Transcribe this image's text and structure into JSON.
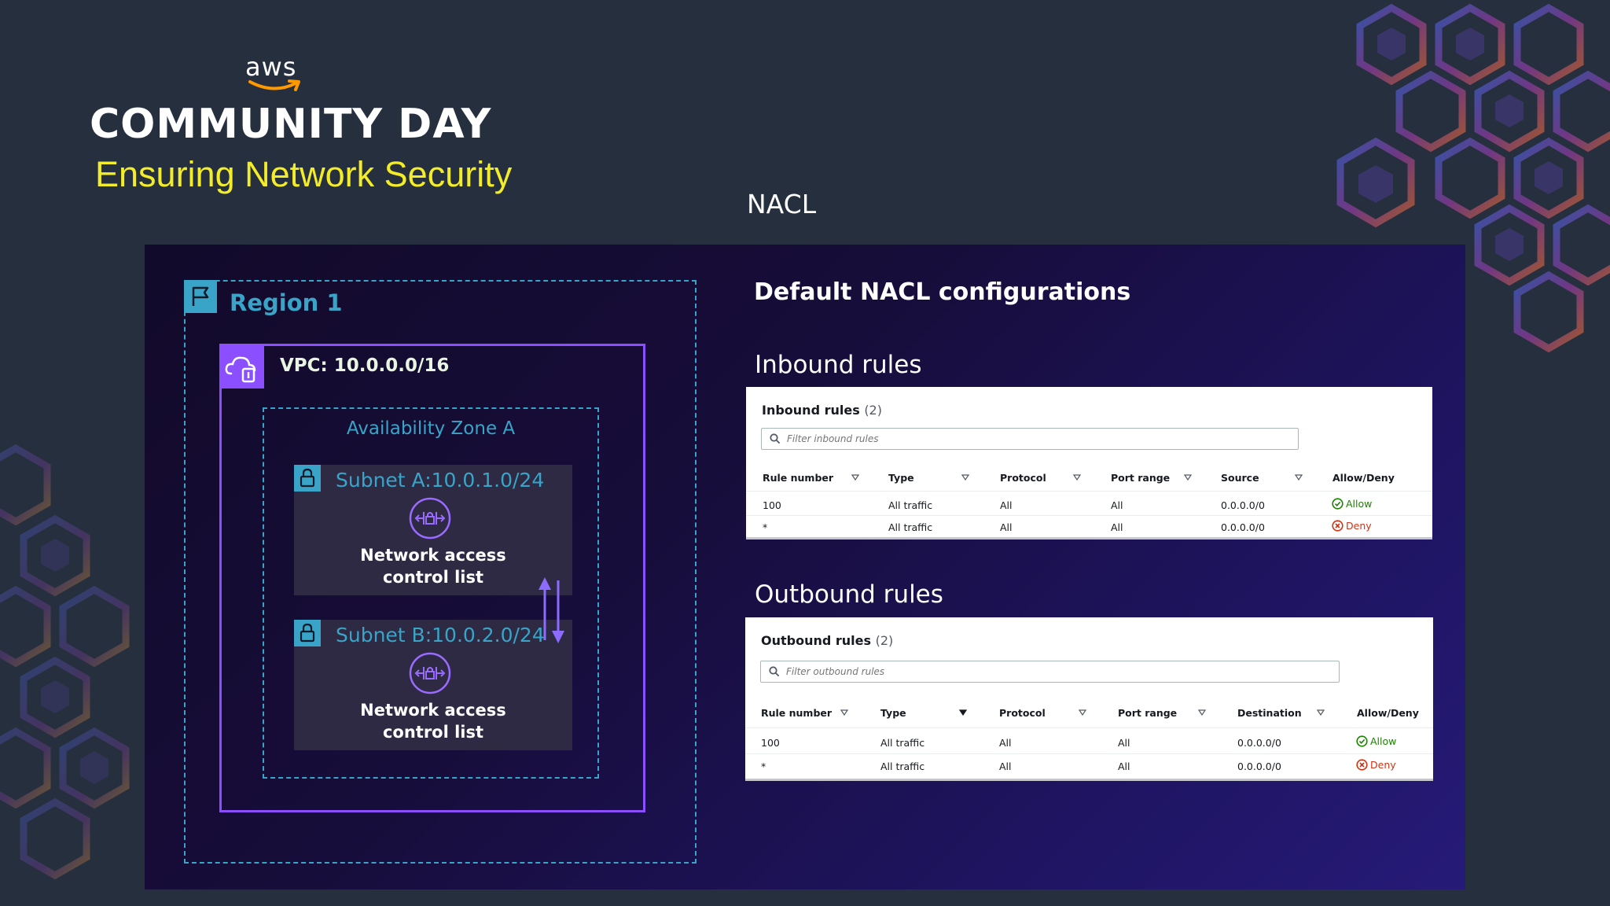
{
  "header": {
    "logo_text": "aws",
    "title": "COMMUNITY DAY",
    "subtitle": "Ensuring Network Security",
    "slide_label": "NACL"
  },
  "diagram": {
    "region_label": "Region 1",
    "vpc_label": "VPC: 10.0.0.0/16",
    "az_label": "Availability Zone A",
    "subnets": [
      {
        "label": "Subnet A:10.0.1.0/24",
        "nacl_line1": "Network access",
        "nacl_line2": "control list"
      },
      {
        "label": "Subnet B:10.0.2.0/24",
        "nacl_line1": "Network access",
        "nacl_line2": "control list"
      }
    ]
  },
  "config": {
    "title": "Default NACL configurations",
    "inbound": {
      "heading": "Inbound rules",
      "card_title": "Inbound rules",
      "count": "(2)",
      "filter_placeholder": "Filter inbound rules",
      "columns": [
        "Rule number",
        "Type",
        "Protocol",
        "Port range",
        "Source",
        "Allow/Deny"
      ],
      "rows": [
        {
          "rule": "100",
          "type": "All traffic",
          "protocol": "All",
          "port": "All",
          "addr": "0.0.0.0/0",
          "action": "Allow"
        },
        {
          "rule": "*",
          "type": "All traffic",
          "protocol": "All",
          "port": "All",
          "addr": "0.0.0.0/0",
          "action": "Deny"
        }
      ]
    },
    "outbound": {
      "heading": "Outbound rules",
      "card_title": "Outbound rules",
      "count": "(2)",
      "filter_placeholder": "Filter outbound rules",
      "columns": [
        "Rule number",
        "Type",
        "Protocol",
        "Port range",
        "Destination",
        "Allow/Deny"
      ],
      "rows": [
        {
          "rule": "100",
          "type": "All traffic",
          "protocol": "All",
          "port": "All",
          "addr": "0.0.0.0/0",
          "action": "Allow"
        },
        {
          "rule": "*",
          "type": "All traffic",
          "protocol": "All",
          "port": "All",
          "addr": "0.0.0.0/0",
          "action": "Deny"
        }
      ]
    }
  },
  "colors": {
    "background": "#262f3e",
    "subtitle": "#f2ec29",
    "region": "#39a4c8",
    "vpc": "#8c4fff",
    "allow": "#1d8102",
    "deny": "#d13212"
  },
  "icons": [
    "aws-smile-icon",
    "region-flag-icon",
    "vpc-cloud-icon",
    "subnet-lock-icon",
    "nacl-icon",
    "bidirectional-arrow-icon",
    "search-icon",
    "sort-caret-icon",
    "check-circle-icon",
    "x-circle-icon"
  ]
}
